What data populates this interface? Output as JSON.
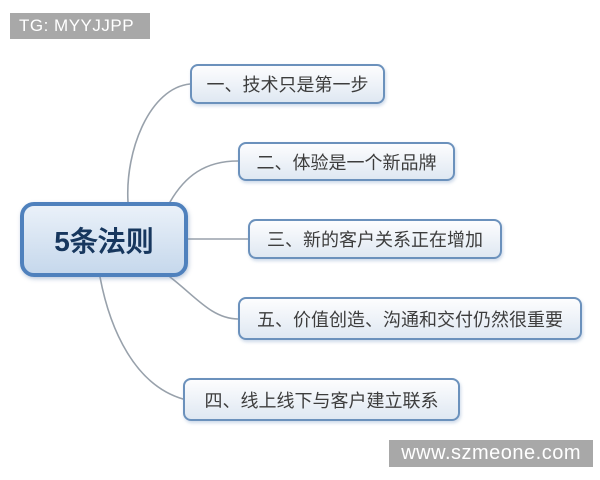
{
  "watermarks": {
    "top_left": "TG: MYYJJPP",
    "bottom_right": "www.szmeone.com"
  },
  "mindmap": {
    "root": {
      "label": "5条法则"
    },
    "branches": [
      {
        "label": "一、技术只是第一步"
      },
      {
        "label": "二、体验是一个新品牌"
      },
      {
        "label": "三、新的客户关系正在增加"
      },
      {
        "label": "五、价值创造、沟通和交付仍然很重要"
      },
      {
        "label": "四、线上线下与客户建立联系"
      }
    ]
  },
  "colors": {
    "background": "#ffffff",
    "central_border": "#4f81bd",
    "central_fill_top": "#eaf1f9",
    "central_fill_bottom": "#c6d8ec",
    "central_text": "#17375e",
    "branch_border": "#6b91bc",
    "branch_fill_top": "#fdfdfe",
    "branch_fill_bottom": "#dfe8f2",
    "branch_text": "#3d3d3d",
    "connector": "#98a1ab",
    "watermark_bg": "#a8a8a8",
    "watermark_text": "#ffffff"
  }
}
